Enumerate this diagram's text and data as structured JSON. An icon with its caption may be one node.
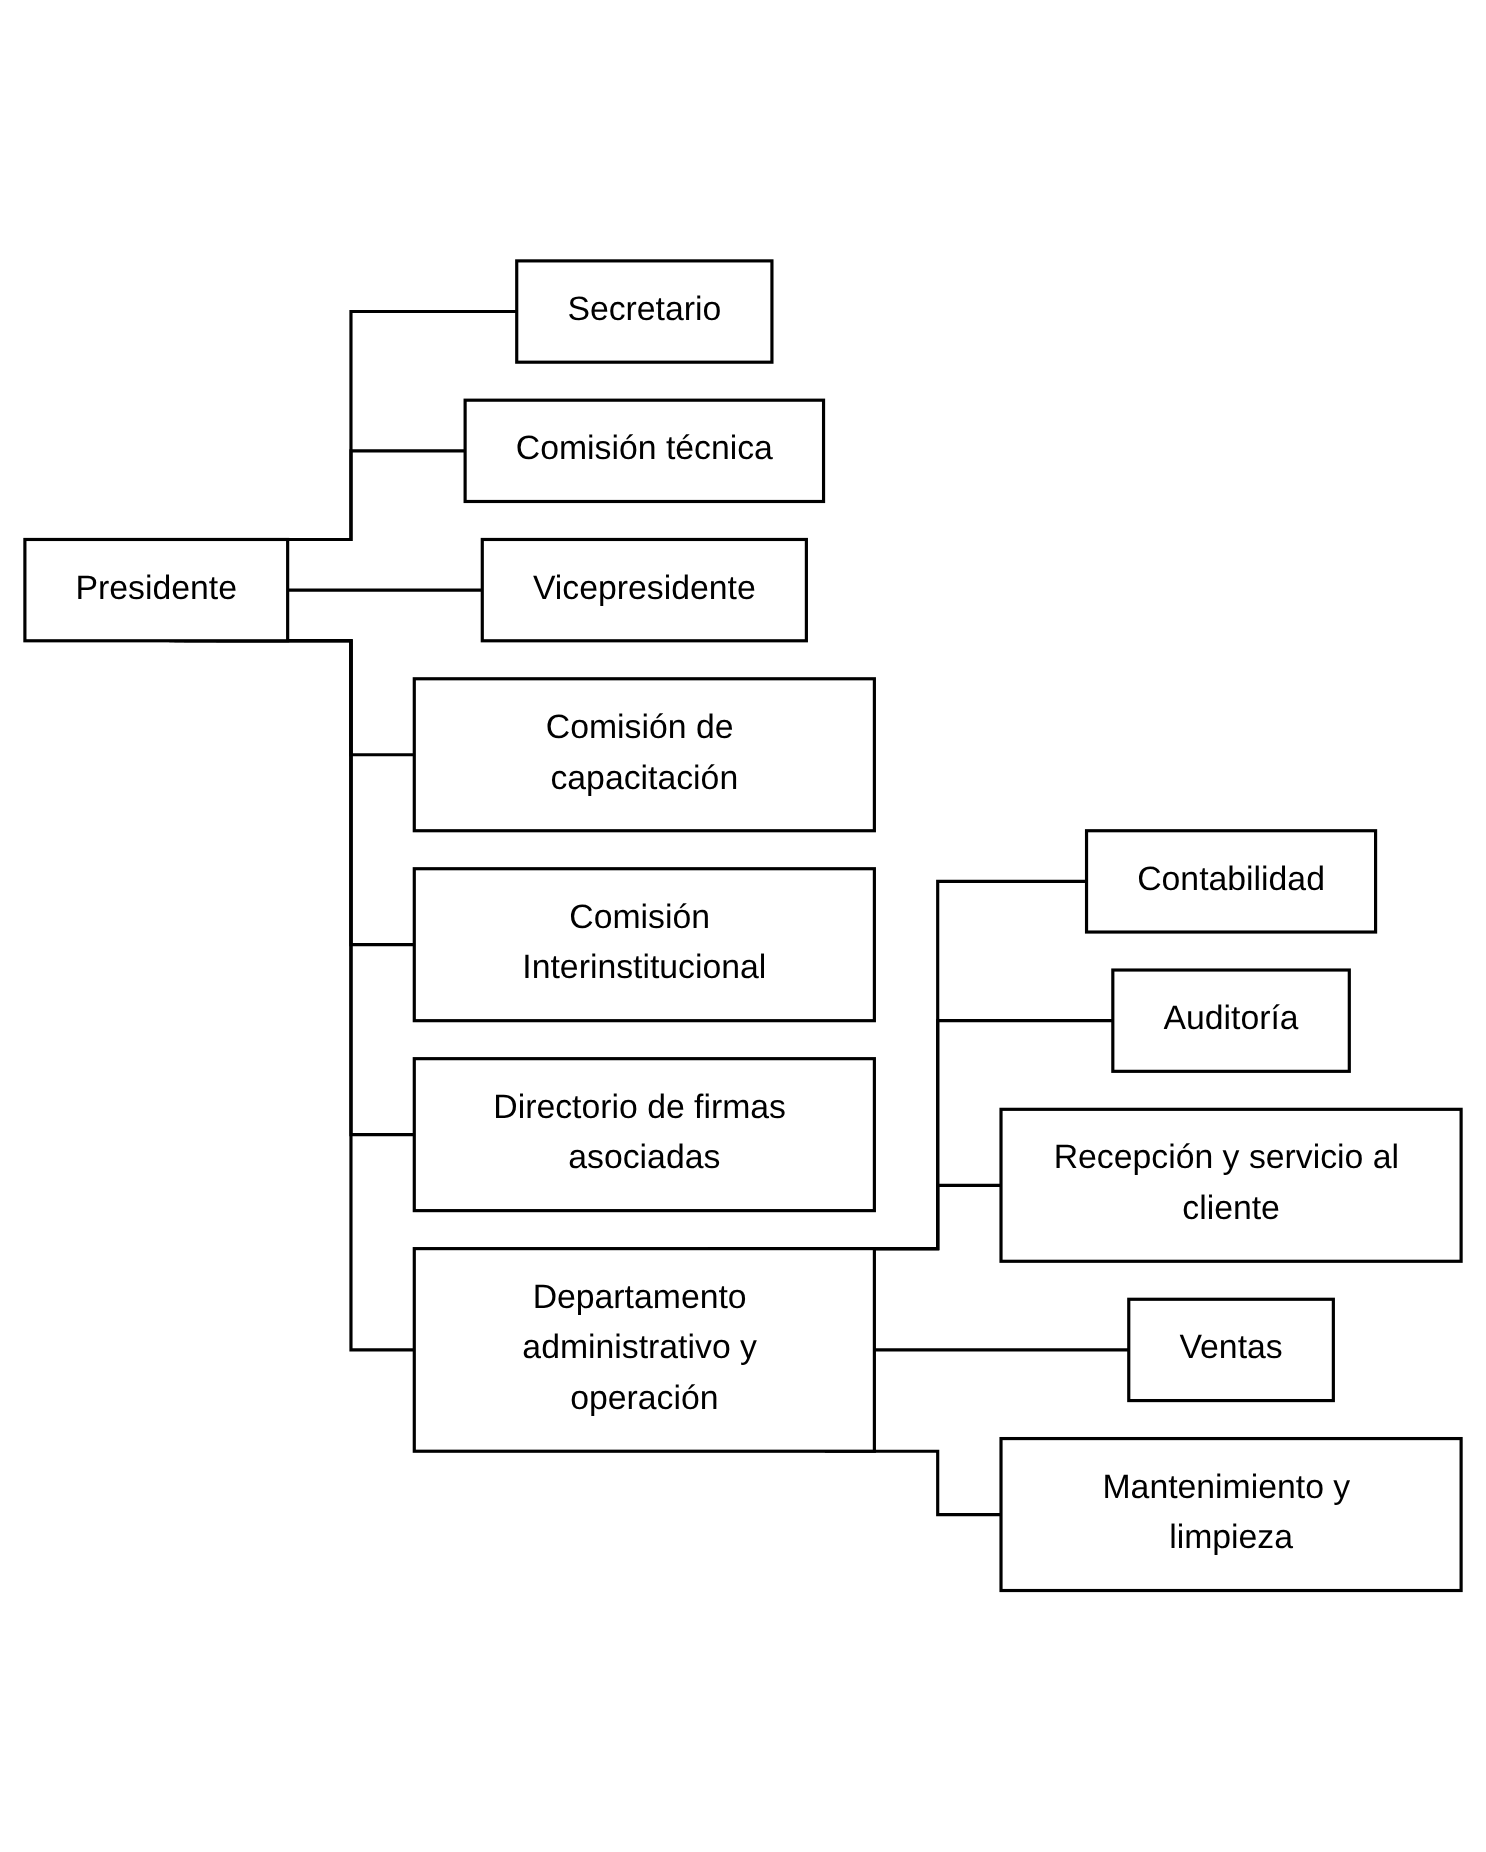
{
  "diagram": {
    "nodes": [
      {
        "text": [
          "Presidente"
        ]
      },
      {
        "text": [
          "Secretario"
        ]
      },
      {
        "text": [
          "Comisión técnica"
        ]
      },
      {
        "text": [
          "Vicepresidente"
        ]
      },
      {
        "text": [
          "Comisión de capacitación"
        ]
      },
      {
        "text": [
          "Comisión Interinstitucional"
        ]
      },
      {
        "text": [
          "Directorio de firmas asociadas"
        ]
      },
      {
        "text": [
          "Departamento administrativo y operación"
        ]
      },
      {
        "text": [
          "Contabilidad"
        ]
      },
      {
        "text": [
          "Auditoría"
        ]
      },
      {
        "text": [
          "Recepción y servicio al cliente"
        ]
      },
      {
        "text": [
          "Ventas"
        ]
      },
      {
        "text": [
          "Mantenimiento y limpieza"
        ]
      }
    ],
    "edges": [
      {
        "from": 0,
        "to": 1,
        "arrow": "none"
      },
      {
        "from": 0,
        "to": 2,
        "arrow": "none"
      },
      {
        "from": 0,
        "to": 3,
        "arrow": "none"
      },
      {
        "from": 0,
        "to": 4,
        "arrow": "none"
      },
      {
        "from": 0,
        "to": 5,
        "arrow": "none"
      },
      {
        "from": 0,
        "to": 6,
        "arrow": "none"
      },
      {
        "from": 0,
        "to": 7,
        "arrow": "none"
      },
      {
        "from": 7,
        "to": 8,
        "arrow": "none"
      },
      {
        "from": 7,
        "to": 9,
        "arrow": "none"
      },
      {
        "from": 7,
        "to": 10,
        "arrow": "none"
      },
      {
        "from": 7,
        "to": 11,
        "arrow": "none"
      },
      {
        "from": 7,
        "to": 12,
        "arrow": "none"
      }
    ]
  }
}
